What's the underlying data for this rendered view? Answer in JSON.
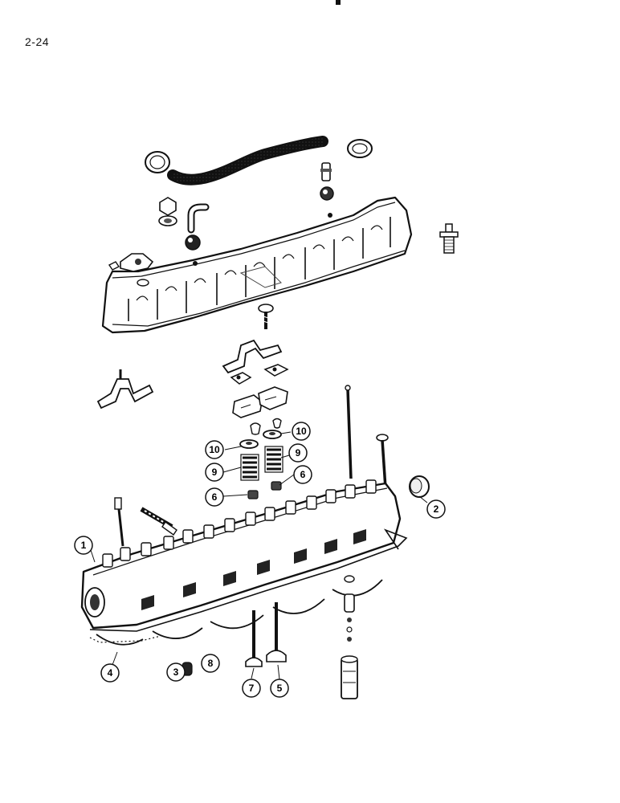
{
  "page": {
    "number": "2-24"
  },
  "callouts": {
    "c1": "1",
    "c2": "2",
    "c3": "3",
    "c4": "4",
    "c5": "5",
    "c6": "6",
    "c7": "7",
    "c8": "8",
    "c9": "9",
    "c10": "10"
  },
  "colors": {
    "ink": "#111111",
    "paper": "#ffffff",
    "shade": "#555555"
  }
}
